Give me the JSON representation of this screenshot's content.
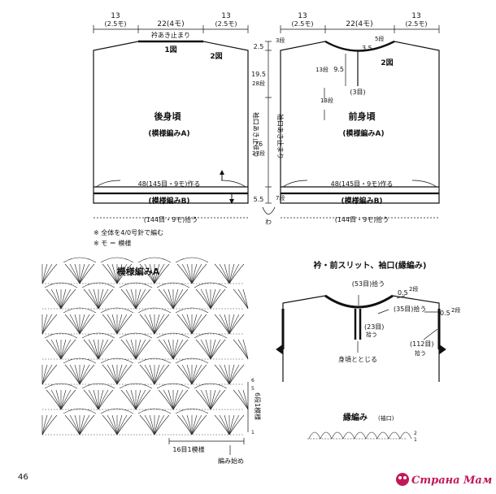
{
  "top": {
    "back": {
      "w_left": "13",
      "w_left_sub": "(2.5モ)",
      "w_mid": "22(4モ)",
      "w_right": "13",
      "w_right_sub": "(2.5モ)",
      "neck_label": "衿あき止まり",
      "fig1": "1図",
      "fig2": "2図",
      "title": "後身頃",
      "pattern": "(模様編みA)",
      "foundation": "48(145目・9モ)作る",
      "band": "(模様編みB)",
      "pickup": "(144目・9モ)拾う"
    },
    "center": {
      "d1": "2.5",
      "d1_rows": "3段",
      "d2": "19.5",
      "d2_rows": "28段",
      "d3": "26",
      "d3_rows": "37段",
      "d4": "5.5",
      "d4_rows": "7段",
      "armhole_label": "袖口あき止まり",
      "wa": "わ"
    },
    "front": {
      "w_left": "13",
      "w_left_sub": "(2.5モ)",
      "w_mid": "22(4モ)",
      "w_right": "13",
      "w_right_sub": "(2.5モ)",
      "n1": "3.5",
      "n1_rows": "5段",
      "slit": "9.5",
      "slit_rows": "13段",
      "slit_base": "(3目)",
      "side": "13段",
      "fig2": "2図",
      "title": "前身頃",
      "pattern": "(模様編みA)",
      "foundation": "48(145目・9モ)作る",
      "band": "(模様編みB)",
      "pickup": "(144目・9モ)拾う"
    },
    "notes": [
      "※ 全体を4/0号針で編む",
      "※ モ ＝ 模様"
    ]
  },
  "pattern_a": {
    "title": "模様編みA",
    "side_label": "6段1模様",
    "ticks": [
      "6",
      "5",
      "1"
    ],
    "bottom_label": "16目1模様",
    "start": "編み始め"
  },
  "collar": {
    "title": "衿・前スリット、袖口(縁編み)",
    "neck_pick": "(53目)拾う",
    "neck_rows": "0.5",
    "neck_rows_sub": "2段",
    "slit_pick": "(23目)",
    "slit_pick_sub": "拾う",
    "shoulder_pick": "(35目)拾う",
    "shoulder_rows": "0.5",
    "shoulder_rows_sub": "2段",
    "join": "身頃ととじる",
    "sleeve_pick": "(112目)",
    "sleeve_pick_sub": "拾う"
  },
  "edging": {
    "title": "縁編み",
    "title_sub": "(袖口)",
    "ticks": [
      "2",
      "1"
    ]
  },
  "page_number": "46",
  "watermark": "Страна Мам"
}
